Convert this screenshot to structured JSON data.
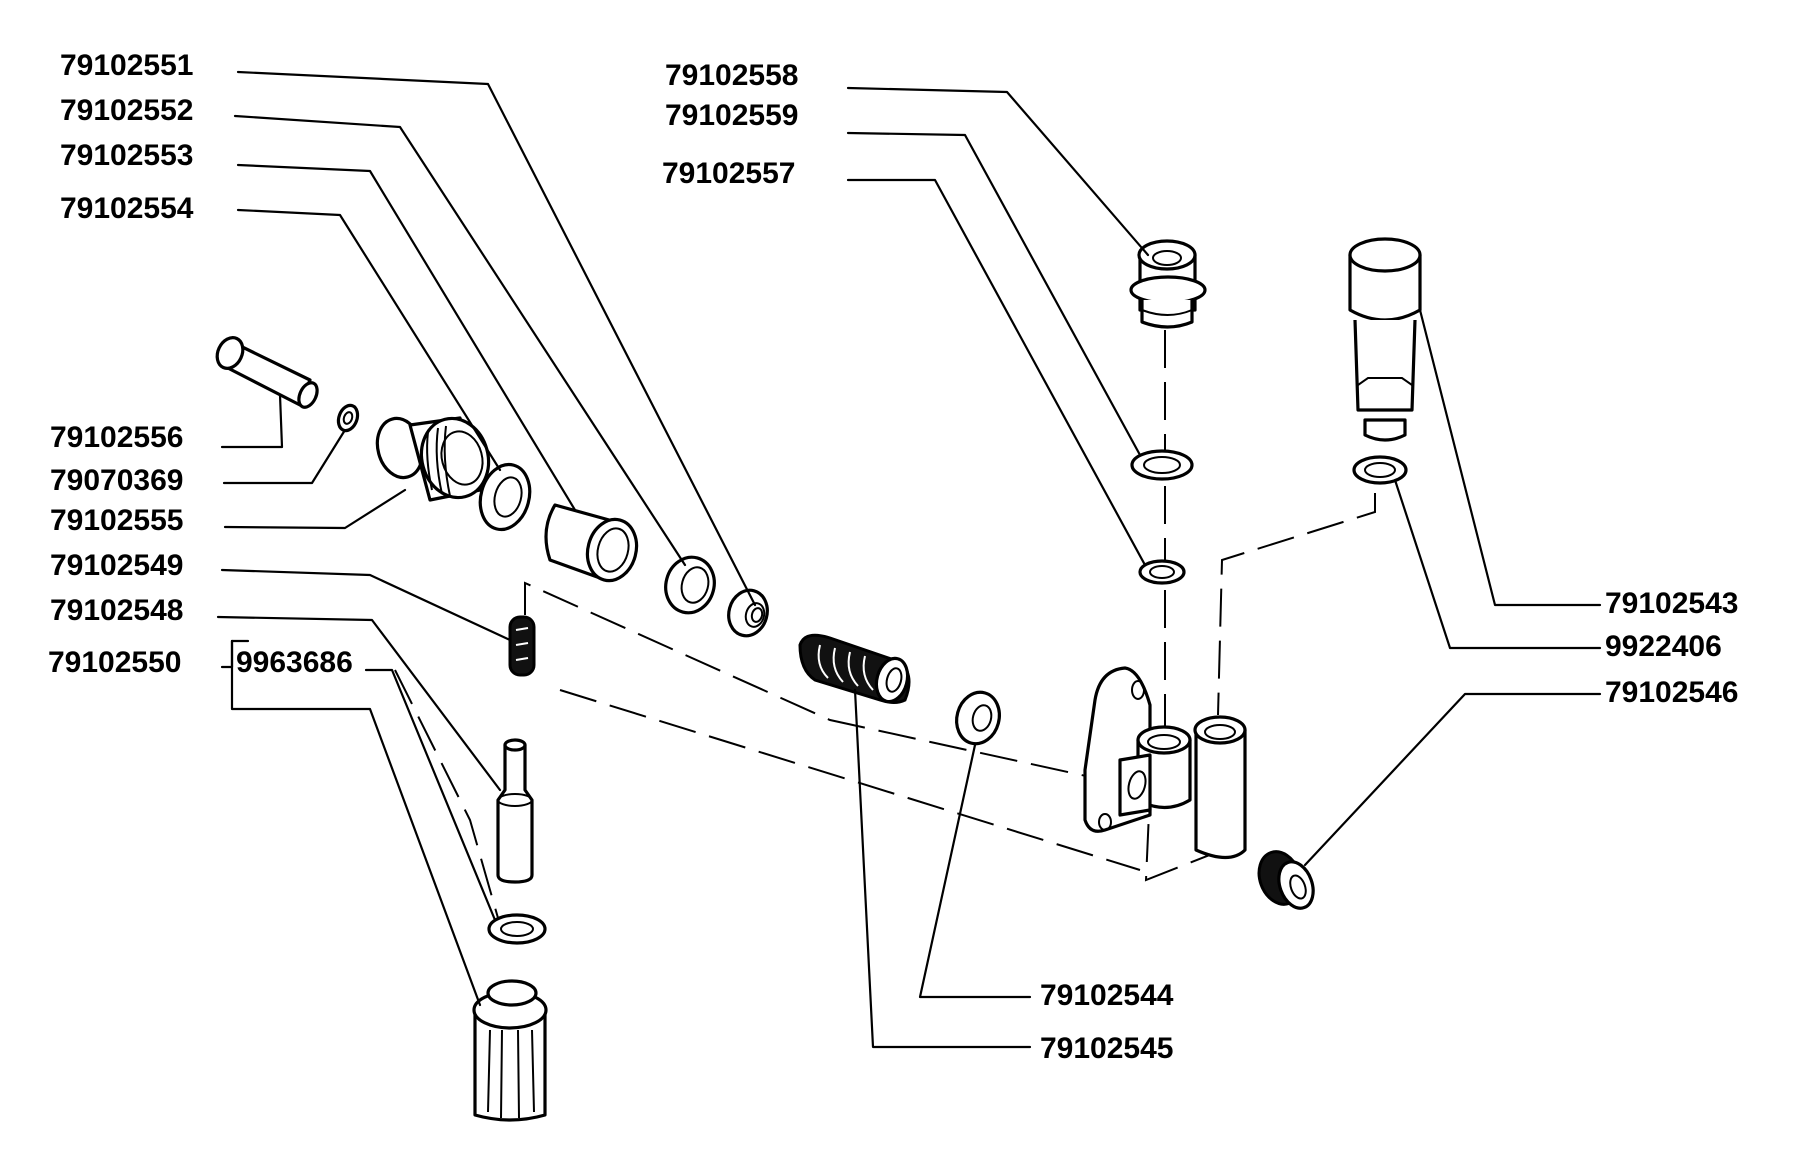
{
  "diagram": {
    "type": "exploded-parts-view",
    "labels": {
      "p79102551": "79102551",
      "p79102552": "79102552",
      "p79102553": "79102553",
      "p79102554": "79102554",
      "p79102556": "79102556",
      "p79070369": "79070369",
      "p79102555": "79102555",
      "p79102549": "79102549",
      "p79102548": "79102548",
      "p79102550": "79102550",
      "p9963686": "9963686",
      "p79102558": "79102558",
      "p79102559": "79102559",
      "p79102557": "79102557",
      "p79102543": "79102543",
      "p9922406": "9922406",
      "p79102546": "79102546",
      "p79102544": "79102544",
      "p79102545": "79102545"
    },
    "parts": [
      {
        "id": "79102551",
        "kind": "valve-seat"
      },
      {
        "id": "79102552",
        "kind": "ring"
      },
      {
        "id": "79102553",
        "kind": "sleeve"
      },
      {
        "id": "79102554",
        "kind": "gasket"
      },
      {
        "id": "79102555",
        "kind": "threaded-fitting"
      },
      {
        "id": "79070369",
        "kind": "small-washer"
      },
      {
        "id": "79102556",
        "kind": "banjo-bolt"
      },
      {
        "id": "79102549",
        "kind": "small-spring"
      },
      {
        "id": "79102548",
        "kind": "plunger"
      },
      {
        "id": "79102550",
        "kind": "plug-assembly"
      },
      {
        "id": "9963686",
        "kind": "washer"
      },
      {
        "id": "79102558",
        "kind": "union-nut"
      },
      {
        "id": "79102559",
        "kind": "washer"
      },
      {
        "id": "79102557",
        "kind": "washer"
      },
      {
        "id": "79102543",
        "kind": "hand-primer-pump"
      },
      {
        "id": "9922406",
        "kind": "washer"
      },
      {
        "id": "79102546",
        "kind": "plug"
      },
      {
        "id": "79102544",
        "kind": "washer"
      },
      {
        "id": "79102545",
        "kind": "spring"
      },
      {
        "id": "body",
        "kind": "pump-body"
      }
    ]
  }
}
